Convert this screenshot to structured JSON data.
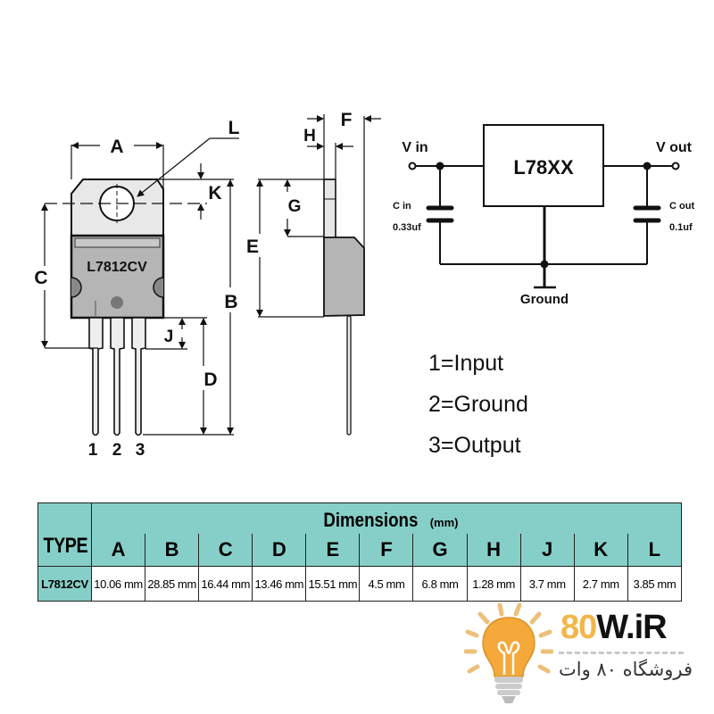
{
  "package_front": {
    "part_marking": "L7812CV",
    "dimension_labels": {
      "A": "A",
      "B": "B",
      "C": "C",
      "D": "D",
      "J": "J",
      "K": "K",
      "L": "L"
    },
    "pin_numbers": [
      "1",
      "2",
      "3"
    ]
  },
  "package_side": {
    "dimension_labels": {
      "E": "E",
      "F": "F",
      "G": "G",
      "H": "H"
    }
  },
  "circuit": {
    "ic_label": "L78XX",
    "vin_label": "V in",
    "vout_label": "V out",
    "cin_label": "C in",
    "cin_value": "0.33uf",
    "cout_label": "C out",
    "cout_value": "0.1uf",
    "ground_label": "Ground"
  },
  "pinout": [
    {
      "text": "1=Input"
    },
    {
      "text": "2=Ground"
    },
    {
      "text": "3=Output"
    }
  ],
  "table": {
    "type_header": "TYPE",
    "dimensions_title": "Dimensions",
    "unit": "(mm)",
    "columns": [
      "A",
      "B",
      "C",
      "D",
      "E",
      "F",
      "G",
      "H",
      "J",
      "K",
      "L"
    ],
    "rows": [
      {
        "type": "L7812CV",
        "values": [
          "10.06 mm",
          "28.85 mm",
          "16.44 mm",
          "13.46 mm",
          "15.51 mm",
          "4.5 mm",
          "6.8 mm",
          "1.28 mm",
          "3.7 mm",
          "2.7 mm",
          "3.85 mm"
        ]
      }
    ],
    "header_color": "#86cfc8"
  },
  "logo": {
    "brand_accent": "80",
    "brand_rest": "W.iR",
    "tagline": "فروشگاه ۸۰ وات",
    "accent_color": "#f2b64a"
  }
}
